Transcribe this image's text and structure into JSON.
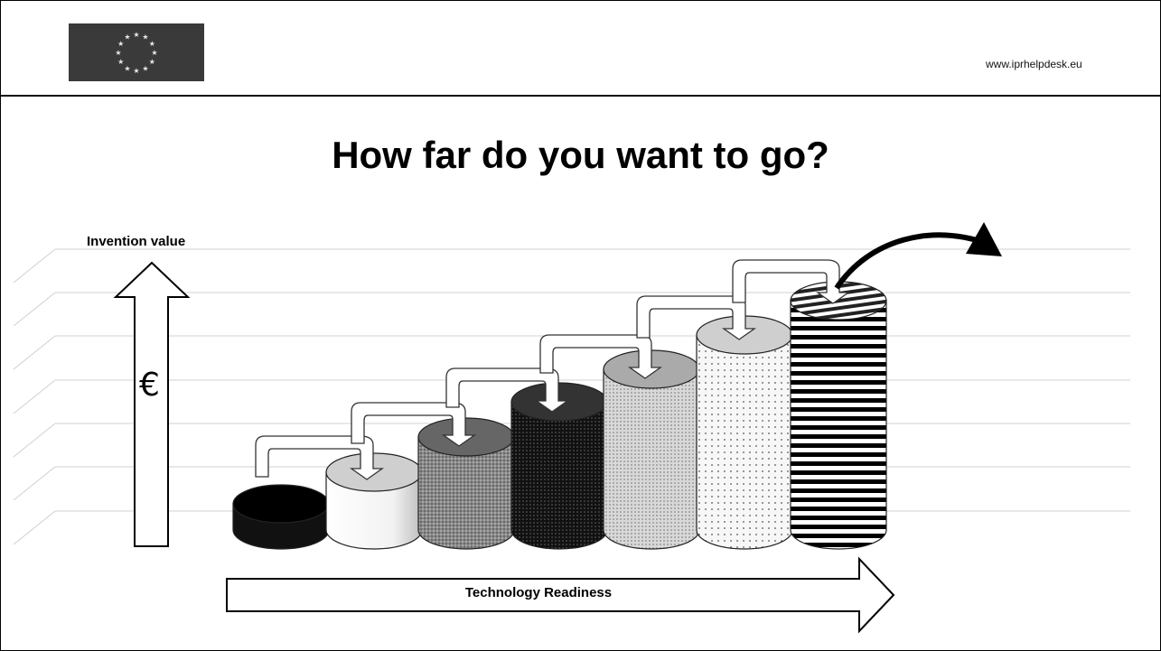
{
  "header": {
    "url": "www.iprhelpdesk.eu",
    "flag_icon": "eu-flag-icon"
  },
  "slide": {
    "title": "How far do you want to go?"
  },
  "diagram": {
    "y_axis_label": "Invention value",
    "x_axis_label": "Technology Readiness",
    "currency_symbol": "€",
    "icons": [
      "up-arrow-icon",
      "right-arrow-icon",
      "curved-arrow-icon",
      "step-arrow-icon"
    ]
  }
}
